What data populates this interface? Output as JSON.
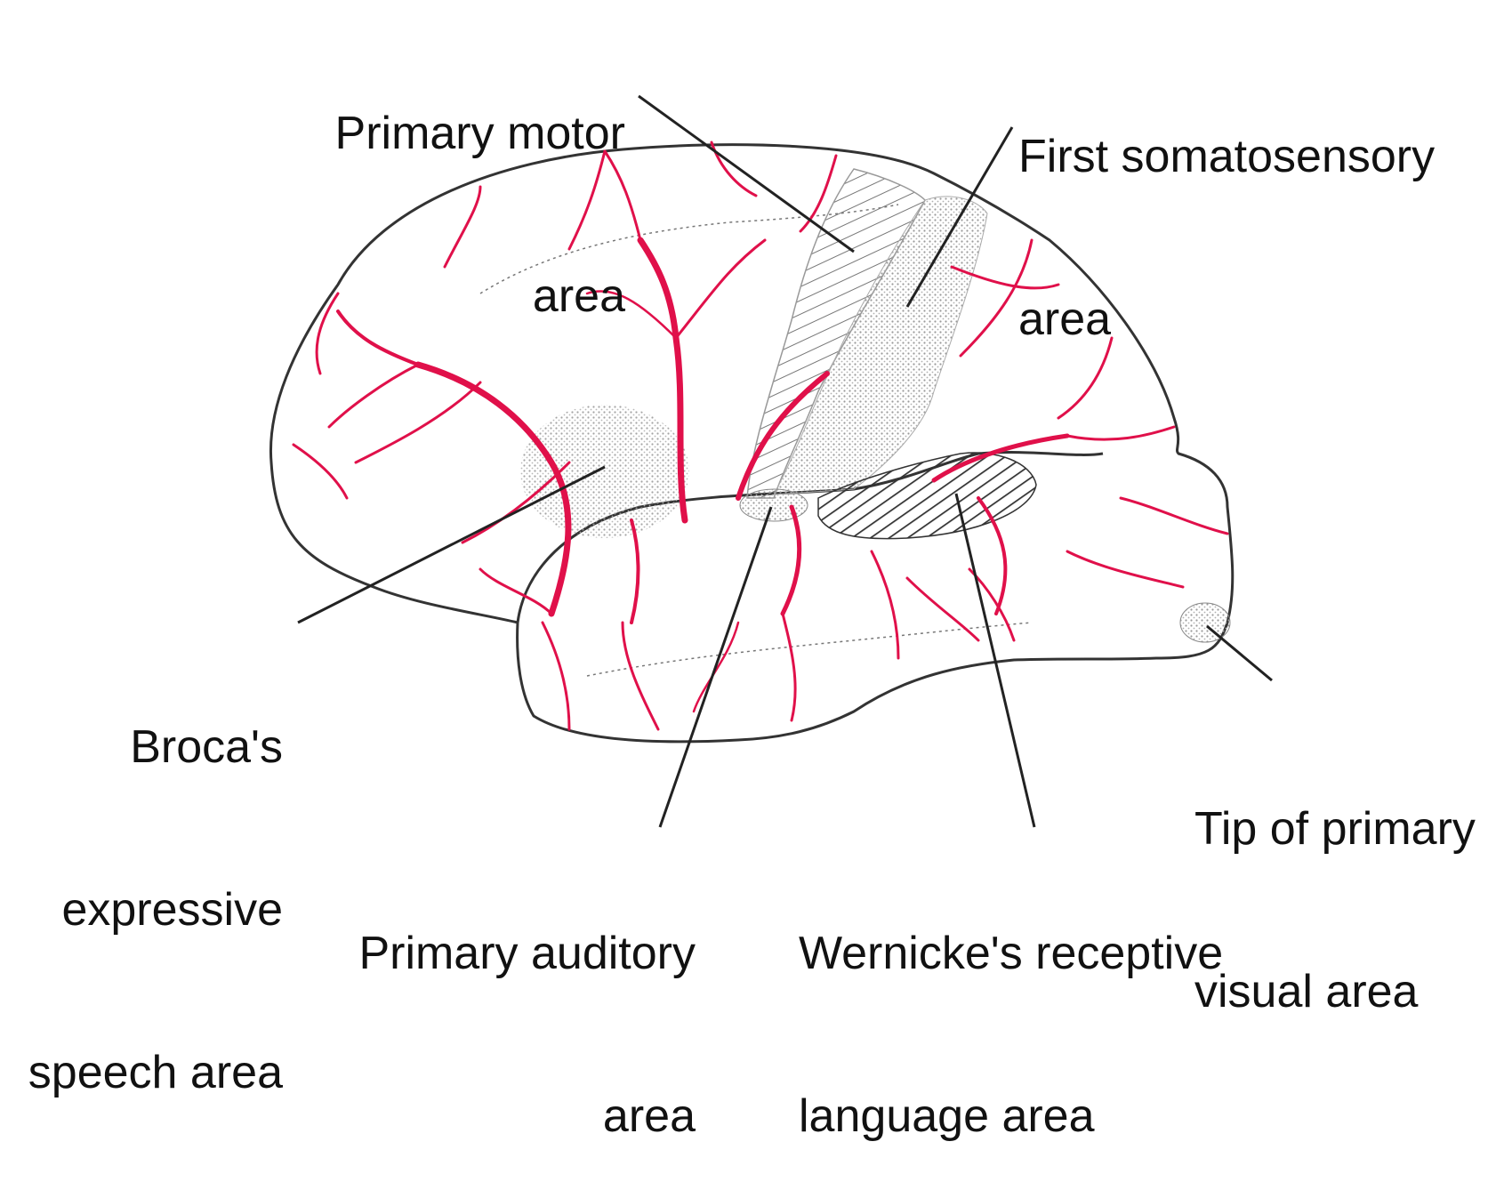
{
  "labels": {
    "motor": {
      "line1": "Primary motor",
      "line2": "area"
    },
    "somato": {
      "line1": "First somatosensory",
      "line2": "area"
    },
    "broca": {
      "line1": "Broca's",
      "line2": "expressive",
      "line3": "speech area"
    },
    "auditory": {
      "line1": "Primary auditory",
      "line2": "area"
    },
    "wernicke": {
      "line1": "Wernicke's receptive",
      "line2": "language area"
    },
    "visual": {
      "line1": "Tip of primary",
      "line2": "visual area"
    }
  },
  "colors": {
    "outline": "#333333",
    "vessel": "#e0104a",
    "leader": "#222222",
    "stipple": "#b8b8b8",
    "hatch": "#666666",
    "text": "#111111"
  }
}
